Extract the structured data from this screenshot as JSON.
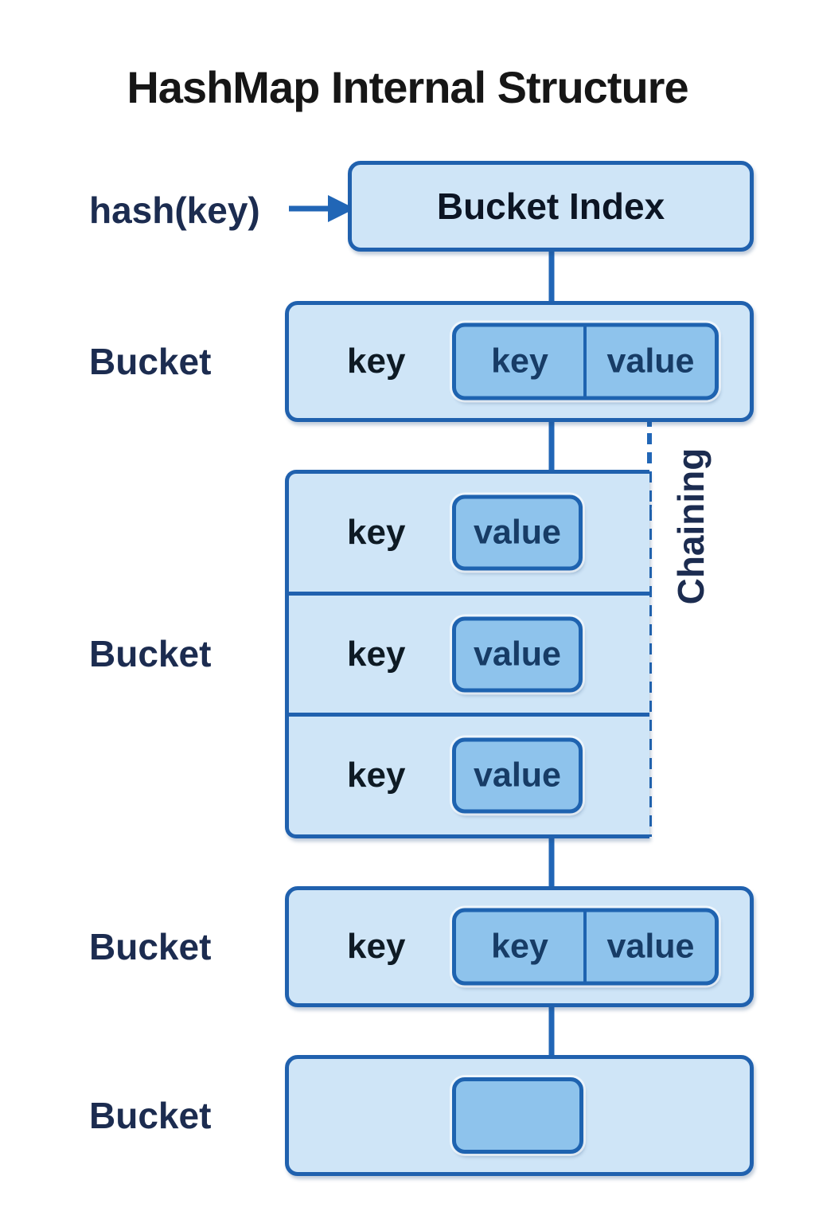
{
  "title": "HashMap Internal Structure",
  "hash_function": {
    "label": "hash(key)"
  },
  "bucket_index": {
    "label": "Bucket Index"
  },
  "chaining": {
    "label": "Chaining"
  },
  "buckets": [
    {
      "label": "Bucket",
      "type": "entry-pair",
      "key_text": "key",
      "pair": {
        "key": "key",
        "value": "value"
      }
    },
    {
      "label": "Bucket",
      "type": "chained",
      "rows": [
        {
          "key_text": "key",
          "value_text": "value"
        },
        {
          "key_text": "key",
          "value_text": "value"
        },
        {
          "key_text": "key",
          "value_text": "value"
        }
      ]
    },
    {
      "label": "Bucket",
      "type": "entry-pair",
      "key_text": "key",
      "pair": {
        "key": "key",
        "value": "value"
      }
    },
    {
      "label": "Bucket",
      "type": "empty"
    }
  ],
  "colors": {
    "border_blue": "#2061ae",
    "border_blue_inner": "#1e63b0",
    "line_blue": "#2166b6",
    "fill_light": "#cfe5f7",
    "fill_medium": "#8ec3ec",
    "text_dark": "#0e1a24",
    "text_navy": "#1c2c50",
    "text_box_navy": "#173c66",
    "title_color": "#161616"
  }
}
